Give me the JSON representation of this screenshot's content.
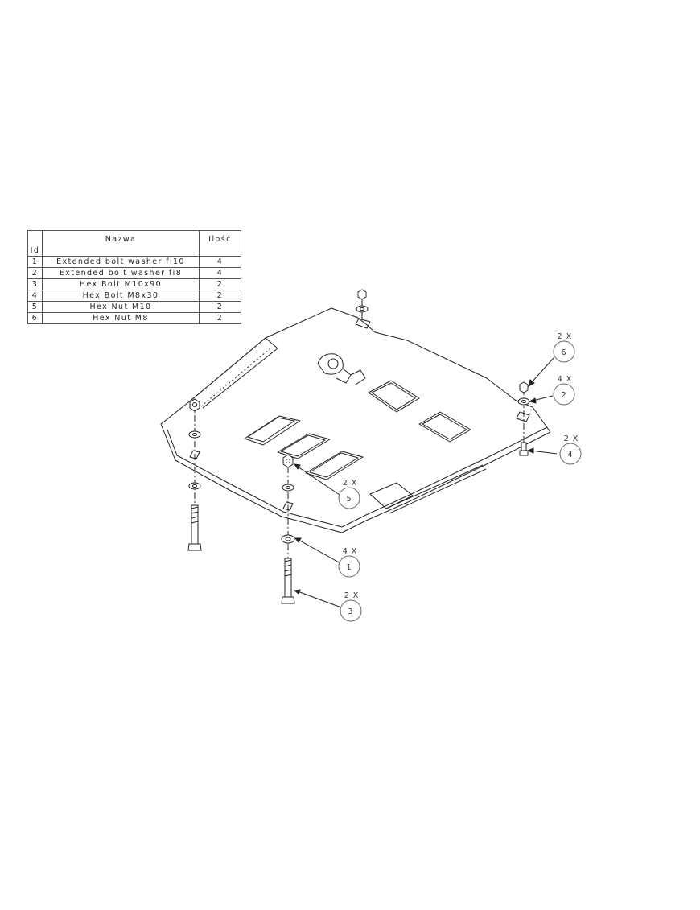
{
  "table": {
    "headers": {
      "id": "Id",
      "name": "Nazwa",
      "qty": "Ilość"
    },
    "rows": [
      {
        "id": "1",
        "name": "Extended bolt washer fi10",
        "qty": "4"
      },
      {
        "id": "2",
        "name": "Extended bolt washer fi8",
        "qty": "4"
      },
      {
        "id": "3",
        "name": "Hex Bolt M10x90",
        "qty": "2"
      },
      {
        "id": "4",
        "name": "Hex Bolt M8x30",
        "qty": "2"
      },
      {
        "id": "5",
        "name": "Hex Nut M10",
        "qty": "2"
      },
      {
        "id": "6",
        "name": "Hex Nut M8",
        "qty": "2"
      }
    ]
  },
  "callouts": [
    {
      "number": "6",
      "qty": "2 X"
    },
    {
      "number": "2",
      "qty": "4 X"
    },
    {
      "number": "4",
      "qty": "2 X"
    },
    {
      "number": "5",
      "qty": "2 X"
    },
    {
      "number": "1",
      "qty": "4 X"
    },
    {
      "number": "3",
      "qty": "2 X"
    }
  ]
}
